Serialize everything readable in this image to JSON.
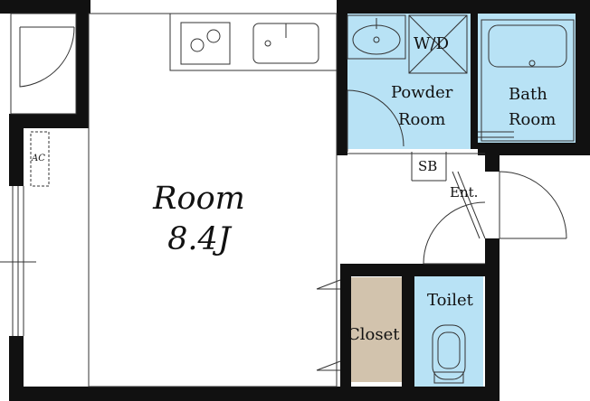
{
  "rooms": {
    "main": {
      "name": "Room",
      "size": "8.4J"
    },
    "wd": "W/D",
    "powder_line1": "Powder",
    "powder_line2": "Room",
    "bath_line1": "Bath",
    "bath_line2": "Room",
    "sb": "SB",
    "entrance": "Ent.",
    "toilet": "Toilet",
    "closet": "Closet",
    "ac": "AC"
  },
  "colors": {
    "wall": "#111111",
    "wet_area": "#b8e2f5",
    "closet": "#d2c3ad",
    "line": "#333333"
  }
}
